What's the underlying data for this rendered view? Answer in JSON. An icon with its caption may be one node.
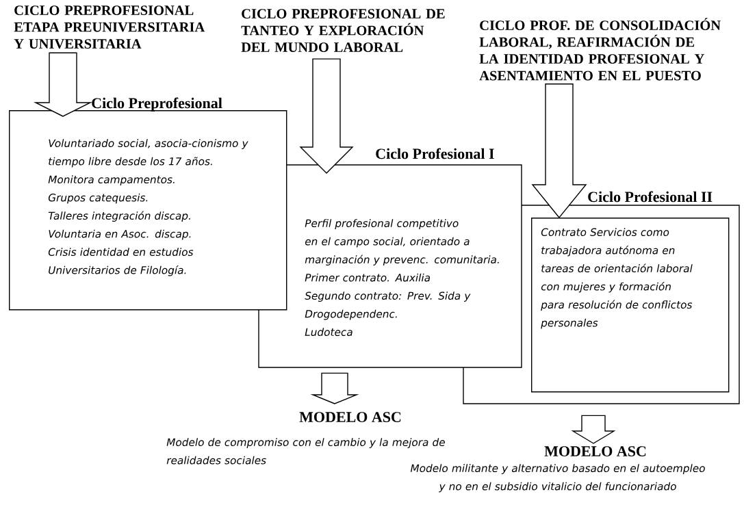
{
  "diagram": {
    "nodes": [
      {
        "text": [
          "CICLO PREPROFESIONAL ETAPA PREUNIVERSITARIA Y UNIVERSITARIA"
        ]
      },
      {
        "text": [
          "CICLO PREPROFESIONAL DE TANTEO Y EXPLORACIÓN DEL MUNDO LABORAL"
        ]
      },
      {
        "text": [
          "CICLO PROF. DE CONSOLIDACIÓN LABORAL, REAFIRMACIÓN DE LA IDENTIDAD PROFESIONAL Y ASENTAMIENTO EN EL PUESTO"
        ]
      },
      {
        "text": [
          "Ciclo Preprofesional",
          "Voluntariado social, asocia-cionismo y tiempo libre desde los 17 años.",
          "Monitora campamentos.",
          "Grupos catequesis.",
          "Talleres integración discap.",
          "Voluntaria en Asoc. discap.",
          "Crisis identidad en estudios Universitarios de Filología."
        ]
      },
      {
        "text": [
          "Ciclo Profesional I",
          "Perfil profesional competitivo en el campo social, orientado a marginación y prevenc. comunitaria.",
          "Primer contrato. Auxilia",
          "Segundo contrato: Prev. Sida y Drogodependenc.",
          "Ludoteca"
        ]
      },
      {
        "text": [
          "Ciclo Profesional II"
        ]
      },
      {
        "text": [
          "Contrato Servicios como trabajadora autónoma en tareas de orientación laboral con mujeres y formación para resolución de conflictos personales"
        ],
        "in": 5
      },
      {
        "text": [
          "MODELO ASC",
          "Modelo de compromiso con el cambio y la mejora de realidades sociales"
        ]
      },
      {
        "text": [
          "MODELO ASC",
          "Modelo militante y alternativo basado en el autoempleo y no en el subsidio vitalicio del funcionariado"
        ]
      }
    ],
    "edges": [
      {
        "from": 0,
        "to": 3,
        "arrow": "to"
      },
      {
        "from": 1,
        "to": 4,
        "arrow": "to"
      },
      {
        "from": 2,
        "to": 6,
        "arrow": "to"
      },
      {
        "from": 4,
        "to": 7,
        "arrow": "to"
      },
      {
        "from": 5,
        "to": 8,
        "arrow": "to"
      }
    ]
  }
}
